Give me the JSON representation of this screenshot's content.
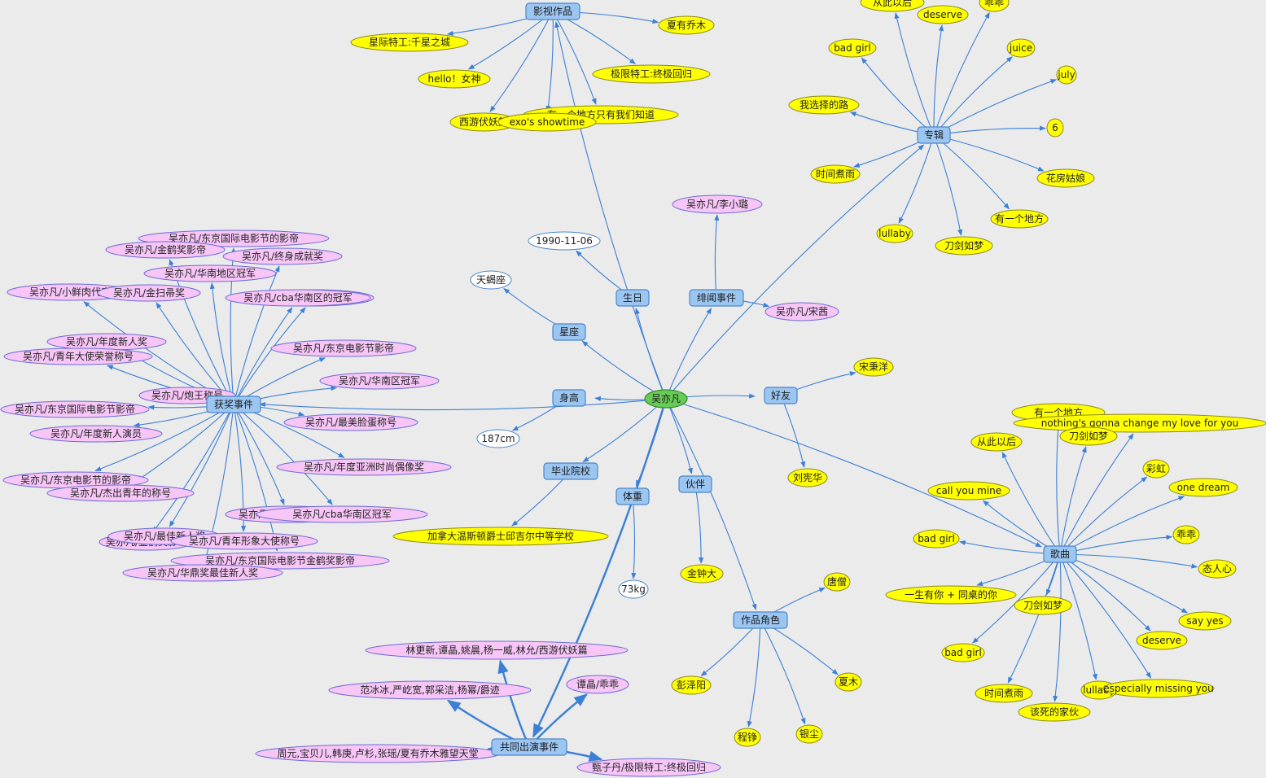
{
  "colors": {
    "background": "#ebebeb",
    "edge": "#3b7fd6",
    "root_fill": "#66cc55",
    "hub_fill": "#9cc6f2",
    "hub_stroke": "#4a86c8",
    "yellow_fill": "#ffff00",
    "pink_fill": "#f7c6f7",
    "white_fill": "#ffffff"
  },
  "graph": {
    "root": {
      "id": "root",
      "label": "吴亦凡"
    },
    "hubs": [
      {
        "id": "films",
        "label": "影视作品"
      },
      {
        "id": "albums",
        "label": "专辑"
      },
      {
        "id": "birthday",
        "label": "生日"
      },
      {
        "id": "rumors",
        "label": "绯闻事件"
      },
      {
        "id": "constellation",
        "label": "星座"
      },
      {
        "id": "height",
        "label": "身高"
      },
      {
        "id": "friends",
        "label": "好友"
      },
      {
        "id": "awards",
        "label": "获奖事件"
      },
      {
        "id": "school",
        "label": "毕业院校"
      },
      {
        "id": "weight",
        "label": "体重"
      },
      {
        "id": "partner",
        "label": "伙伴"
      },
      {
        "id": "roles",
        "label": "作品角色"
      },
      {
        "id": "songs",
        "label": "歌曲"
      },
      {
        "id": "costar",
        "label": "共同出演事件"
      }
    ],
    "leaves": [
      {
        "hub": "films",
        "style": "yellow",
        "label": "星际特工:千星之城"
      },
      {
        "hub": "films",
        "style": "yellow",
        "label": "hello！女神"
      },
      {
        "hub": "films",
        "style": "yellow",
        "label": "西游伏妖篇"
      },
      {
        "hub": "films",
        "style": "yellow",
        "label": "有一个地方只有我们知道"
      },
      {
        "hub": "films",
        "style": "yellow",
        "label": "exo's showtime"
      },
      {
        "hub": "films",
        "style": "yellow",
        "label": "夏有乔木"
      },
      {
        "hub": "films",
        "style": "yellow",
        "label": "极限特工:终极回归"
      },
      {
        "hub": "albums",
        "style": "yellow",
        "label": "从此以后"
      },
      {
        "hub": "albums",
        "style": "yellow",
        "label": "deserve"
      },
      {
        "hub": "albums",
        "style": "yellow",
        "label": "乖乖"
      },
      {
        "hub": "albums",
        "style": "yellow",
        "label": "bad girl"
      },
      {
        "hub": "albums",
        "style": "yellow",
        "label": "juice"
      },
      {
        "hub": "albums",
        "style": "yellow",
        "label": "july"
      },
      {
        "hub": "albums",
        "style": "yellow",
        "label": "我选择的路"
      },
      {
        "hub": "albums",
        "style": "yellow",
        "label": "6"
      },
      {
        "hub": "albums",
        "style": "yellow",
        "label": "时间煮雨"
      },
      {
        "hub": "albums",
        "style": "yellow",
        "label": "花房姑娘"
      },
      {
        "hub": "albums",
        "style": "yellow",
        "label": "lullaby"
      },
      {
        "hub": "albums",
        "style": "yellow",
        "label": "刀剑如梦"
      },
      {
        "hub": "albums",
        "style": "yellow",
        "label": "有一个地方"
      },
      {
        "hub": "birthday",
        "style": "white",
        "label": "1990-11-06"
      },
      {
        "hub": "constellation",
        "style": "white",
        "label": "天蝎座"
      },
      {
        "hub": "height",
        "style": "white",
        "label": "187cm"
      },
      {
        "hub": "weight",
        "style": "white",
        "label": "73kg"
      },
      {
        "hub": "rumors",
        "style": "pink",
        "label": "吴亦凡/李小璐"
      },
      {
        "hub": "rumors",
        "style": "pink",
        "label": "吴亦凡/宋茜"
      },
      {
        "hub": "friends",
        "style": "yellow",
        "label": "宋秉洋"
      },
      {
        "hub": "friends",
        "style": "yellow",
        "label": "刘宪华"
      },
      {
        "hub": "partner",
        "style": "yellow",
        "label": "金钟大"
      },
      {
        "hub": "school",
        "style": "yellow",
        "label": "加拿大温斯顿爵士邱吉尔中等学校"
      },
      {
        "hub": "roles",
        "style": "yellow",
        "label": "唐僧"
      },
      {
        "hub": "roles",
        "style": "yellow",
        "label": "彭泽阳"
      },
      {
        "hub": "roles",
        "style": "yellow",
        "label": "夏木"
      },
      {
        "hub": "roles",
        "style": "yellow",
        "label": "程铮"
      },
      {
        "hub": "roles",
        "style": "yellow",
        "label": "银尘"
      },
      {
        "hub": "awards",
        "style": "pink",
        "label": "吴亦凡/东京国际电影节的影帝"
      },
      {
        "hub": "awards",
        "style": "pink",
        "label": "吴亦凡/金鹤奖影帝"
      },
      {
        "hub": "awards",
        "style": "pink",
        "label": "吴亦凡/终身成就奖"
      },
      {
        "hub": "awards",
        "style": "pink",
        "label": "吴亦凡/华南地区冠军"
      },
      {
        "hub": "awards",
        "style": "pink",
        "label": "吴亦凡/小鲜肉代表"
      },
      {
        "hub": "awards",
        "style": "pink",
        "label": "吴亦凡/金扫帚奖"
      },
      {
        "hub": "awards",
        "style": "pink",
        "label": "吴亦凡/中国影帝"
      },
      {
        "hub": "awards",
        "style": "pink",
        "label": "吴亦凡/cba华南区的冠军"
      },
      {
        "hub": "awards",
        "style": "pink",
        "label": "吴亦凡/年度新人奖"
      },
      {
        "hub": "awards",
        "style": "pink",
        "label": "吴亦凡/东京电影节影帝"
      },
      {
        "hub": "awards",
        "style": "pink",
        "label": "吴亦凡/青年大使荣誉称号"
      },
      {
        "hub": "awards",
        "style": "pink",
        "label": "吴亦凡/华南区冠军"
      },
      {
        "hub": "awards",
        "style": "pink",
        "label": "吴亦凡/炮王称号"
      },
      {
        "hub": "awards",
        "style": "pink",
        "label": "吴亦凡/东京国际电影节影帝"
      },
      {
        "hub": "awards",
        "style": "pink",
        "label": "吴亦凡/最美脸蛋称号"
      },
      {
        "hub": "awards",
        "style": "pink",
        "label": "吴亦凡/年度新人演员"
      },
      {
        "hub": "awards",
        "style": "pink",
        "label": "吴亦凡/年度亚洲时尚偶像奖"
      },
      {
        "hub": "awards",
        "style": "pink",
        "label": "吴亦凡/东京电影节的影帝"
      },
      {
        "hub": "awards",
        "style": "pink",
        "label": "吴亦凡/杰出青年的称号"
      },
      {
        "hub": "awards",
        "style": "pink",
        "label": "吴亦凡/东京金鹤奖影帝"
      },
      {
        "hub": "awards",
        "style": "pink",
        "label": "吴亦凡/cba华南区冠军"
      },
      {
        "hub": "awards",
        "style": "pink",
        "label": "吴亦凡/金鹤奖影帝"
      },
      {
        "hub": "awards",
        "style": "pink",
        "label": "吴亦凡/最佳新人奖"
      },
      {
        "hub": "awards",
        "style": "pink",
        "label": "吴亦凡/青年形象大使称号"
      },
      {
        "hub": "awards",
        "style": "pink",
        "label": "吴亦凡/东京国际电影节金鹤奖影帝"
      },
      {
        "hub": "awards",
        "style": "pink",
        "label": "吴亦凡/华鼎奖最佳新人奖"
      },
      {
        "hub": "songs",
        "style": "yellow",
        "label": "有一个地方"
      },
      {
        "hub": "songs",
        "style": "yellow",
        "label": "nothing's gonna change my love for you"
      },
      {
        "hub": "songs",
        "style": "yellow",
        "label": "从此以后"
      },
      {
        "hub": "songs",
        "style": "yellow",
        "label": "刀剑如梦"
      },
      {
        "hub": "songs",
        "style": "yellow",
        "label": "彩虹"
      },
      {
        "hub": "songs",
        "style": "yellow",
        "label": "call you mine"
      },
      {
        "hub": "songs",
        "style": "yellow",
        "label": "one dream"
      },
      {
        "hub": "songs",
        "style": "yellow",
        "label": "bad girl"
      },
      {
        "hub": "songs",
        "style": "yellow",
        "label": "乖乖"
      },
      {
        "hub": "songs",
        "style": "yellow",
        "label": "态人心"
      },
      {
        "hub": "songs",
        "style": "yellow",
        "label": "一生有你 + 同桌的你"
      },
      {
        "hub": "songs",
        "style": "yellow",
        "label": "刀剑如梦"
      },
      {
        "hub": "songs",
        "style": "yellow",
        "label": "say yes"
      },
      {
        "hub": "songs",
        "style": "yellow",
        "label": "deserve"
      },
      {
        "hub": "songs",
        "style": "yellow",
        "label": "bad girl"
      },
      {
        "hub": "songs",
        "style": "yellow",
        "label": "时间煮雨"
      },
      {
        "hub": "songs",
        "style": "yellow",
        "label": "lullaby"
      },
      {
        "hub": "songs",
        "style": "yellow",
        "label": "especially missing you"
      },
      {
        "hub": "songs",
        "style": "yellow",
        "label": "该死的家伙"
      },
      {
        "hub": "costar",
        "style": "pink",
        "label": "林更新,谭晶,姚晨,杨一威,林允/西游伏妖篇"
      },
      {
        "hub": "costar",
        "style": "pink",
        "label": "范冰冰,严屹宽,郭采洁,杨幂/爵迹"
      },
      {
        "hub": "costar",
        "style": "pink",
        "label": "谭晶/乖乖"
      },
      {
        "hub": "costar",
        "style": "pink",
        "label": "周元,宝贝儿,韩庚,卢杉,张瑶/夏有乔木雅望天堂"
      },
      {
        "hub": "costar",
        "style": "pink",
        "label": "甄子丹/极限特工:终极回归"
      }
    ]
  }
}
